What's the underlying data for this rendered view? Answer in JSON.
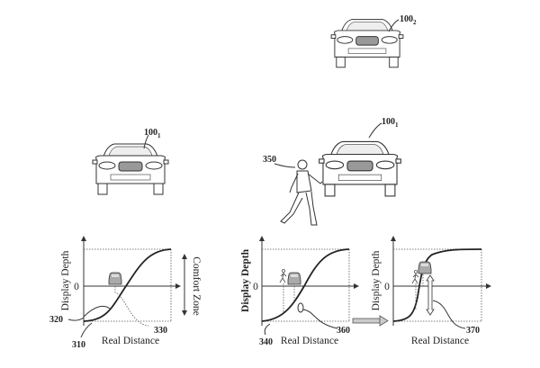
{
  "vehicles": {
    "top": {
      "ref": "100",
      "sub": "2"
    },
    "left": {
      "ref": "100",
      "sub": "1"
    },
    "right": {
      "ref": "100",
      "sub": "1"
    }
  },
  "pedestrian_ref": "350",
  "graphs": [
    {
      "ylabel": "Display Depth",
      "xlabel": "Real Distance",
      "zero": "0",
      "side_label": "Comfort Zone",
      "refs": [
        "320",
        "310",
        "330"
      ]
    },
    {
      "ylabel": "Display Depth",
      "xlabel": "Real Distance",
      "zero": "0",
      "refs": [
        "340",
        "360"
      ]
    },
    {
      "ylabel": "Display Depth",
      "xlabel": "Real Distance",
      "zero": "0",
      "refs": [
        "370"
      ]
    }
  ]
}
